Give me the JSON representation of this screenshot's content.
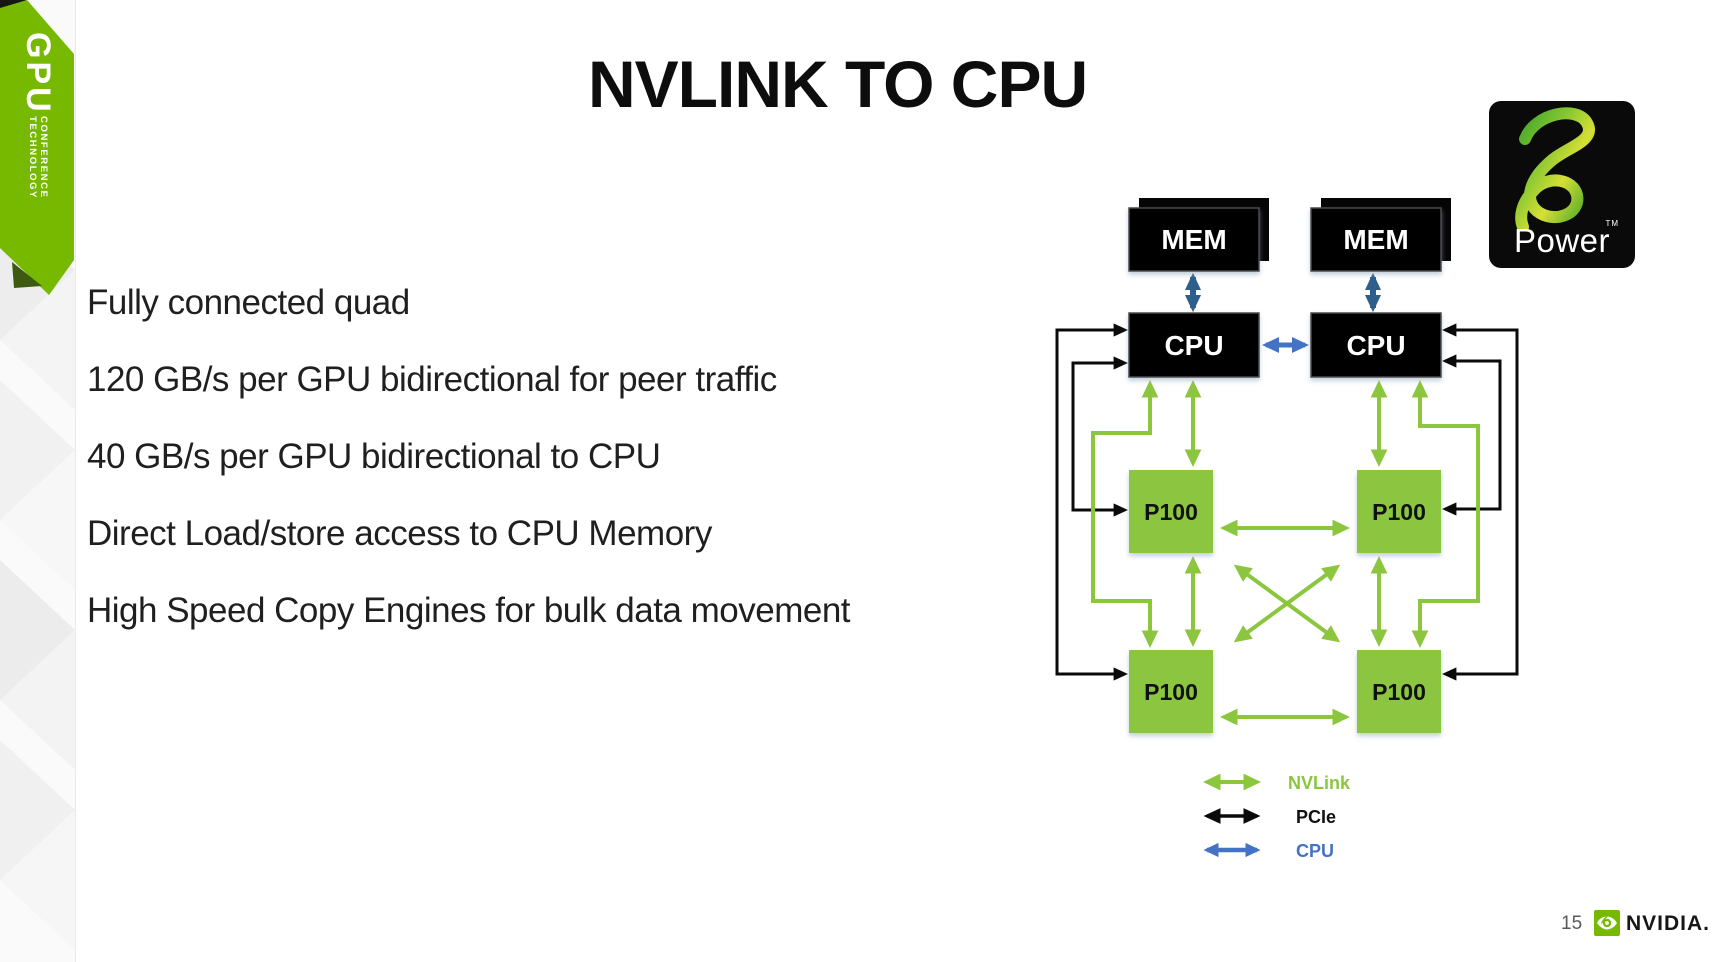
{
  "banner": {
    "brand": "GPU",
    "line1": "TECHNOLOGY",
    "line2": "CONFERENCE",
    "color": "#76b900"
  },
  "slide": {
    "title": "NVLINK TO CPU",
    "bullets": [
      "Fully connected quad",
      "120 GB/s per GPU bidirectional for peer traffic",
      "40 GB/s per GPU bidirectional to CPU",
      "Direct Load/store access to CPU Memory",
      "High Speed Copy Engines for bulk data movement"
    ]
  },
  "diagram": {
    "mem_label": "MEM",
    "cpu_label": "CPU",
    "gpu_label": "P100",
    "colors": {
      "nvlink_green": "#8cc63f",
      "pcie_black": "#0a0a0a",
      "cpu_link_blue": "#4472c4",
      "mem_link_darkblue": "#2e5f8c",
      "gpu_box_green": "#8cc63f",
      "box_black": "#000000"
    },
    "legend": [
      {
        "label": "NVLink",
        "color": "#8cc63f"
      },
      {
        "label": "PCIe",
        "color": "#111111"
      },
      {
        "label": "CPU",
        "color": "#4472c4"
      }
    ]
  },
  "power_logo": {
    "label": "Power",
    "tm": "TM"
  },
  "footer": {
    "page": "15",
    "brand": "NVIDIA."
  }
}
